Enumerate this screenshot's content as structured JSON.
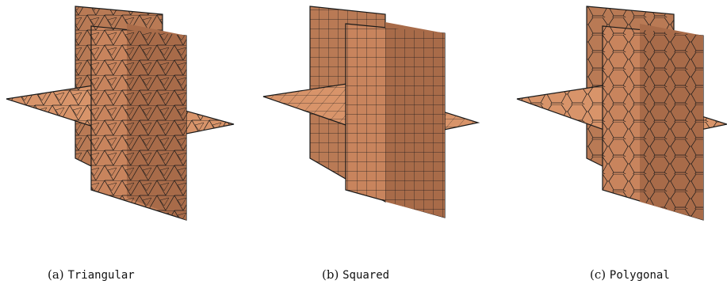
{
  "figure": {
    "colors": {
      "face": "#D8946A",
      "face_dark": "#B97A55",
      "face_shadow": "#9E6546",
      "edge": "#1a1a1a"
    },
    "panels": [
      {
        "label": "(a)",
        "name": "Triangular",
        "mesh": "triangular"
      },
      {
        "label": "(b)",
        "name": "Squared",
        "mesh": "squared"
      },
      {
        "label": "(c)",
        "name": "Polygonal",
        "mesh": "polygonal"
      }
    ]
  }
}
